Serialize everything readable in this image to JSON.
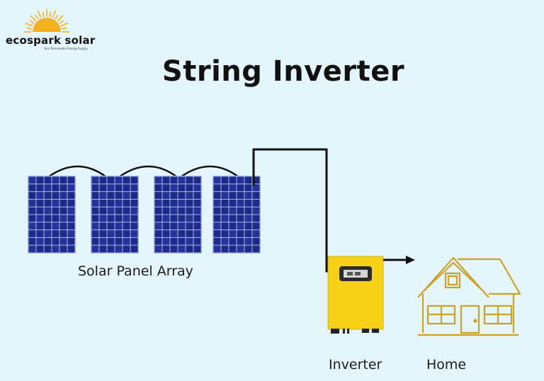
{
  "logo": {
    "name": "ecospark solar",
    "tagline": "Your Renewable Energy Supply"
  },
  "title": "String Inverter",
  "components": {
    "array_label": "Solar Panel Array",
    "inverter_label": "Inverter",
    "home_label": "Home"
  },
  "panel_count": 4,
  "colors": {
    "background": "#e4f6fc",
    "panel_cell": "#1d2a8a",
    "panel_grid": "#aab6e6",
    "inverter_body": "#f7d117",
    "home_line": "#c9a227",
    "sun": "#f2b120",
    "wire": "#111111"
  },
  "icons": [
    "sun-logo-icon",
    "solar-panel-icon",
    "inverter-icon",
    "house-icon",
    "arrow-right-icon"
  ]
}
